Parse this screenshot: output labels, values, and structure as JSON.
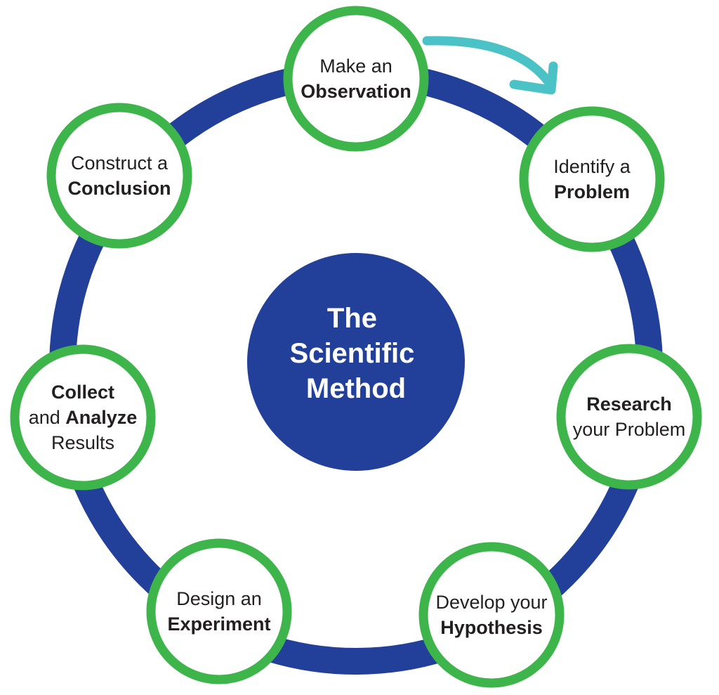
{
  "colors": {
    "ring": "#22409a",
    "node_border": "#3db54a",
    "node_fill": "#ffffff",
    "center_fill": "#22409a",
    "arrow": "#4bc3c6",
    "text": "#231f20",
    "center_text": "#ffffff"
  },
  "center": {
    "lines": [
      "The",
      "Scientific",
      "Method"
    ]
  },
  "arrow_icon": "curved-arrow-icon",
  "steps": [
    {
      "id": "observation",
      "lines": [
        [
          {
            "t": "Make an",
            "b": false
          }
        ],
        [
          {
            "t": "Observation",
            "b": true
          }
        ]
      ]
    },
    {
      "id": "problem",
      "lines": [
        [
          {
            "t": "Identify a",
            "b": false
          }
        ],
        [
          {
            "t": "Problem",
            "b": true
          }
        ]
      ]
    },
    {
      "id": "research",
      "lines": [
        [
          {
            "t": "Research",
            "b": true
          }
        ],
        [
          {
            "t": "your Problem",
            "b": false
          }
        ]
      ]
    },
    {
      "id": "hypothesis",
      "lines": [
        [
          {
            "t": "Develop your",
            "b": false
          }
        ],
        [
          {
            "t": "Hypothesis",
            "b": true
          }
        ]
      ]
    },
    {
      "id": "experiment",
      "lines": [
        [
          {
            "t": "Design an",
            "b": false
          }
        ],
        [
          {
            "t": "Experiment",
            "b": true
          }
        ]
      ]
    },
    {
      "id": "results",
      "lines": [
        [
          {
            "t": "Collect",
            "b": true
          }
        ],
        [
          {
            "t": "and ",
            "b": false
          },
          {
            "t": "Analyze",
            "b": true
          }
        ],
        [
          {
            "t": "Results",
            "b": false
          }
        ]
      ]
    },
    {
      "id": "conclusion",
      "lines": [
        [
          {
            "t": "Construct a",
            "b": false
          }
        ],
        [
          {
            "t": "Conclusion",
            "b": true
          }
        ]
      ]
    }
  ]
}
